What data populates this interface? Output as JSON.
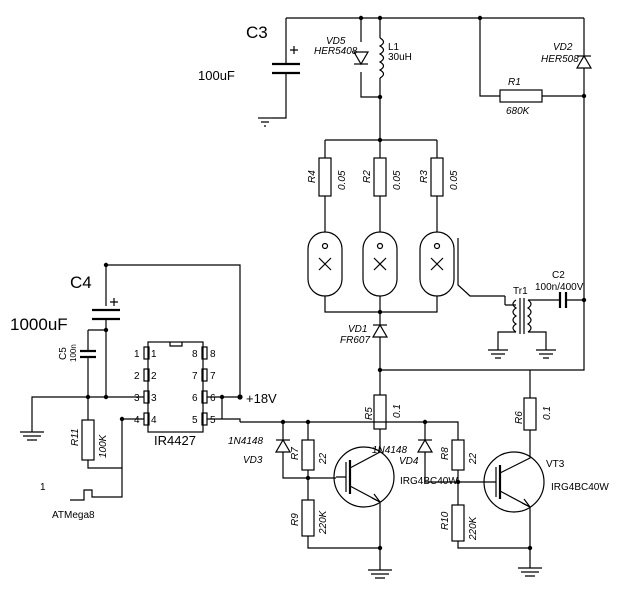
{
  "components": {
    "c3": {
      "ref": "C3",
      "value": "100uF"
    },
    "c4": {
      "ref": "C4",
      "value": "1000uF"
    },
    "c5": {
      "ref": "C5",
      "value": "100n"
    },
    "vd5": {
      "ref": "VD5",
      "value": "HER5408"
    },
    "vd2": {
      "ref": "VD2",
      "value": "HER508"
    },
    "vd1": {
      "ref": "VD1",
      "value": "FR607"
    },
    "vd3": {
      "ref": "VD3",
      "value": "1N4148"
    },
    "vd4": {
      "ref": "VD4",
      "value": "1N4148"
    },
    "l1": {
      "ref": "L1",
      "value": "30uH"
    },
    "r1": {
      "ref": "R1",
      "value": "680K"
    },
    "r2": {
      "ref": "R2",
      "value": "0.05"
    },
    "r3": {
      "ref": "R3",
      "value": "0.05"
    },
    "r4": {
      "ref": "R4",
      "value": "0.05"
    },
    "r5": {
      "ref": "R5",
      "value": "0.1"
    },
    "r6": {
      "ref": "R6",
      "value": "0.1"
    },
    "r7": {
      "ref": "R7",
      "value": "22"
    },
    "r8": {
      "ref": "R8",
      "value": "22"
    },
    "r9": {
      "ref": "R9",
      "value": "220K"
    },
    "r10": {
      "ref": "R10",
      "value": "220K"
    },
    "r11": {
      "ref": "R11",
      "value": "100K"
    },
    "c2": {
      "ref": "C2",
      "value": "100n/400V"
    },
    "tr1": {
      "ref": "Tr1"
    },
    "vt3": {
      "ref": "VT3",
      "value": "IRG4BC40W"
    },
    "vt_left": {
      "value": "IRG4BC40W"
    },
    "ic": {
      "value": "IR4427",
      "pins_left": [
        "1",
        "2",
        "3",
        "4"
      ],
      "pins_right": [
        "8",
        "7",
        "6",
        "5"
      ]
    },
    "supply": {
      "label": "+18V"
    },
    "mcu": {
      "label": "ATMega8",
      "pin": "1"
    }
  }
}
